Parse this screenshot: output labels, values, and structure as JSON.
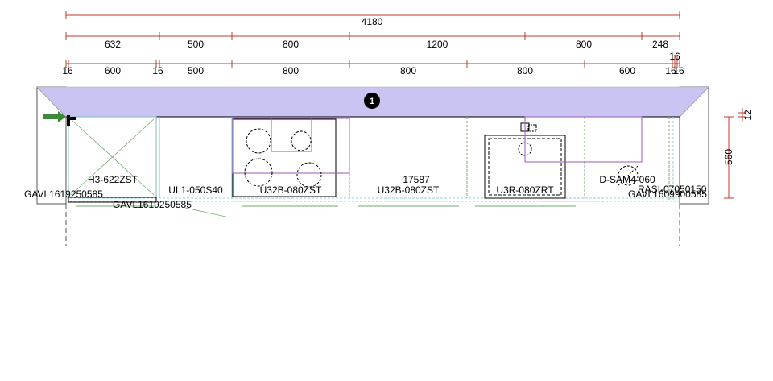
{
  "dimensions": {
    "overall": "4180",
    "row2": [
      "632",
      "500",
      "800",
      "1200",
      "800",
      "248"
    ],
    "row3": [
      "16",
      "600",
      "16",
      "500",
      "800",
      "800",
      "800",
      "600",
      "16",
      "16",
      "16"
    ],
    "right_height": "560",
    "right_small": "12"
  },
  "marker": {
    "number": "1"
  },
  "labels": {
    "h3": "H3-622ZST",
    "gavl_left": "GAVL1619250585",
    "gavl_bottom": "GAVL1619250585",
    "ul1": "UL1-050S40",
    "u32b_hob": "U32B-080ZST",
    "code_17587": "17587",
    "u32b_plain": "U32B-080ZST",
    "u3r": "U3R-080ZRT",
    "dsam": "D-SAM4-060",
    "rasi": "RASI-07050150",
    "gavl_right": "GAVL1609900585"
  },
  "colors": {
    "dim_line": "#c0392b",
    "top_band": "#c9c4f2",
    "arrow": "#3a8a3a",
    "purple": "#9a5ab0",
    "cyan": "#8fd3dc",
    "green": "#6fae6f"
  }
}
